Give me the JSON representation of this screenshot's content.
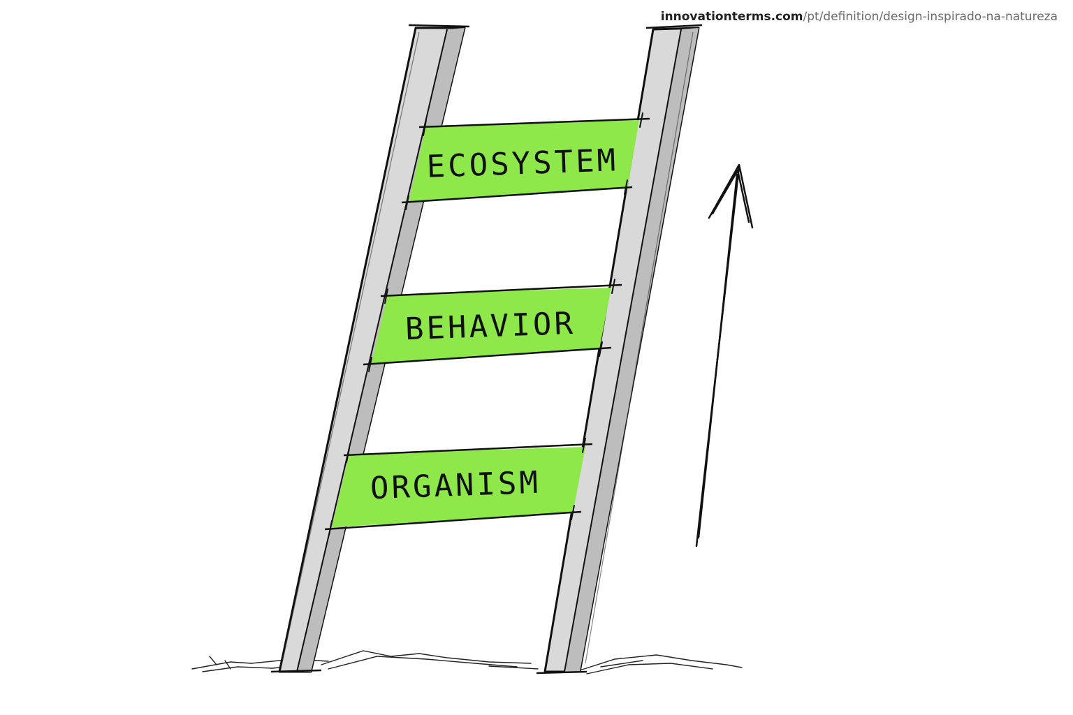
{
  "watermark": {
    "domain": "innovationterms.com",
    "path": "/pt/definition/design-inspirado-na-natureza"
  },
  "ladder": {
    "rungs": [
      {
        "label": "ECOSYSTEM"
      },
      {
        "label": "BEHAVIOR"
      },
      {
        "label": "ORGANISM"
      }
    ]
  },
  "colors": {
    "rung_fill": "#8ee84a",
    "rail_fill": "#d9d9d9",
    "ink": "#111111"
  },
  "icons": {
    "arrow": "up-arrow-icon"
  }
}
